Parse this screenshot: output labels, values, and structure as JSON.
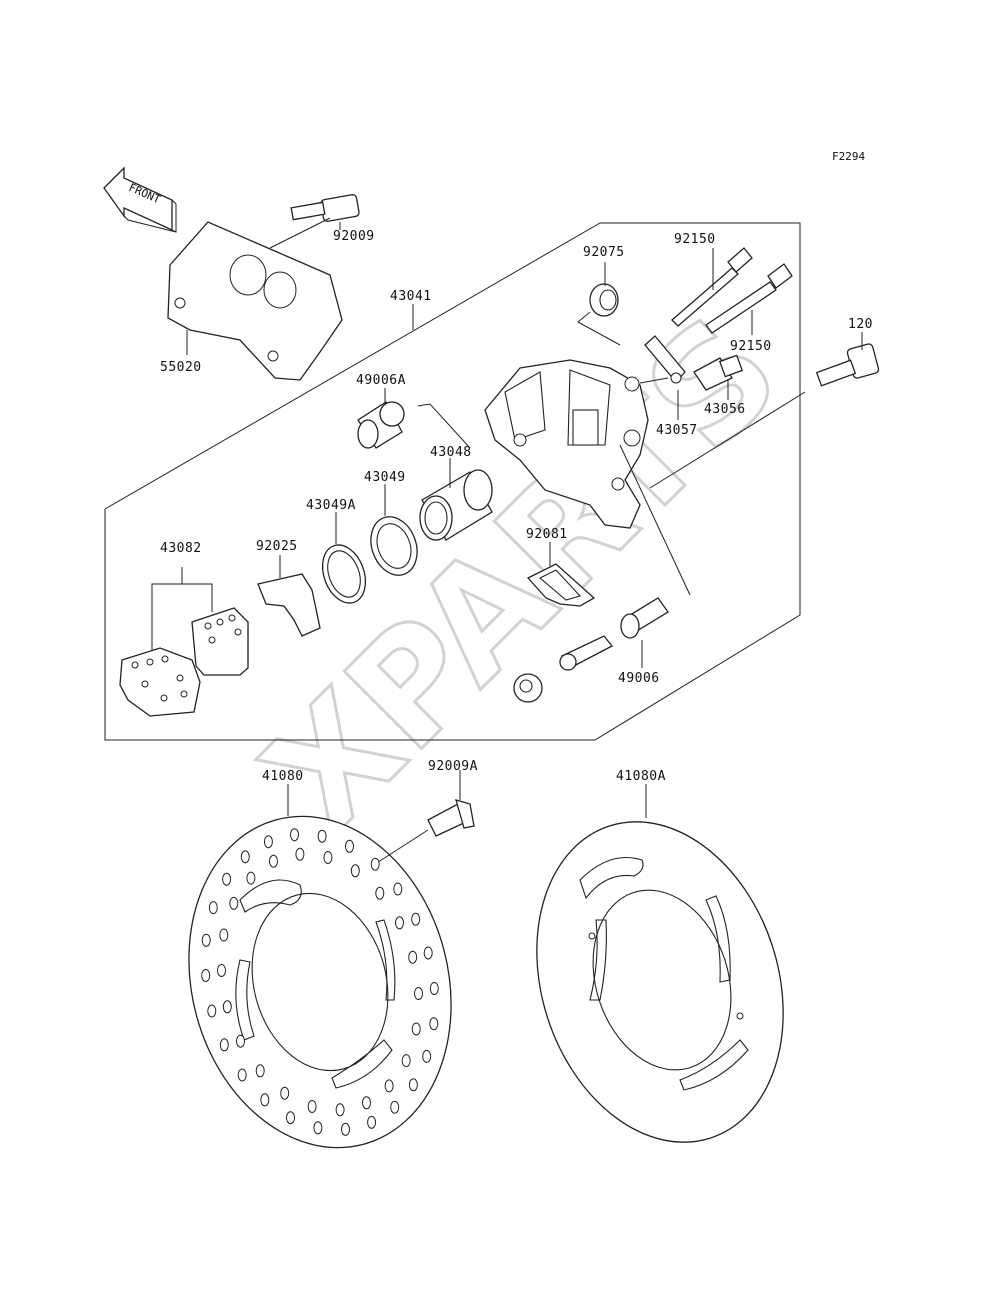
{
  "diagram_code": "F2294",
  "front_arrow_text": "FRONT",
  "watermark_text": "XPARTS",
  "parts": {
    "p55020": "55020",
    "p92009": "92009",
    "p43041": "43041",
    "p92075": "92075",
    "p92150a": "92150",
    "p92150b": "92150",
    "p120": "120",
    "p49006A": "49006A",
    "p43056": "43056",
    "p43057": "43057",
    "p43048": "43048",
    "p43049": "43049",
    "p43049A": "43049A",
    "p43082": "43082",
    "p92025": "92025",
    "p92081": "92081",
    "p49006": "49006",
    "p41080": "41080",
    "p92009A": "92009A",
    "p41080A": "41080A"
  },
  "colors": {
    "line": "#222222",
    "watermark": "#d2d2d2",
    "background": "#ffffff"
  }
}
